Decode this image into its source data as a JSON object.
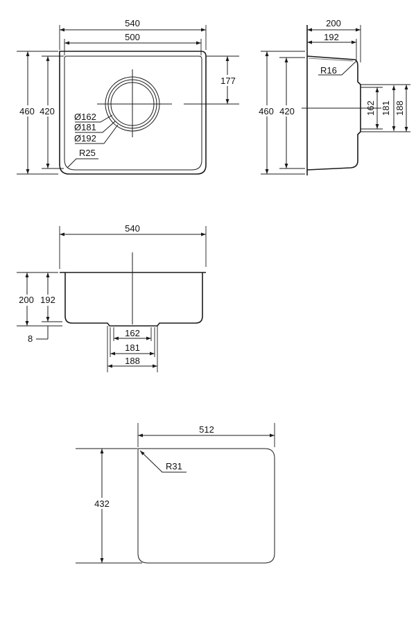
{
  "top_view": {
    "overall_width": "540",
    "inner_width": "500",
    "overall_depth": "460",
    "inner_depth": "420",
    "drain_offset": "177",
    "drain_d1": "Ø162",
    "drain_d2": "Ø181",
    "drain_d3": "Ø192",
    "corner_radius": "R25"
  },
  "side_view": {
    "total_height": "200",
    "inner_height": "192",
    "corner_radius": "R16",
    "overall_depth": "460",
    "inner_depth": "420",
    "outlet_d1": "162",
    "outlet_d2": "181",
    "outlet_d3": "188"
  },
  "front_view": {
    "overall_width": "540",
    "total_height": "200",
    "inner_height": "192",
    "flange": "8",
    "outlet_d1": "162",
    "outlet_d2": "181",
    "outlet_d3": "188"
  },
  "cutout_view": {
    "width": "512",
    "height": "432",
    "corner_radius": "R31"
  }
}
